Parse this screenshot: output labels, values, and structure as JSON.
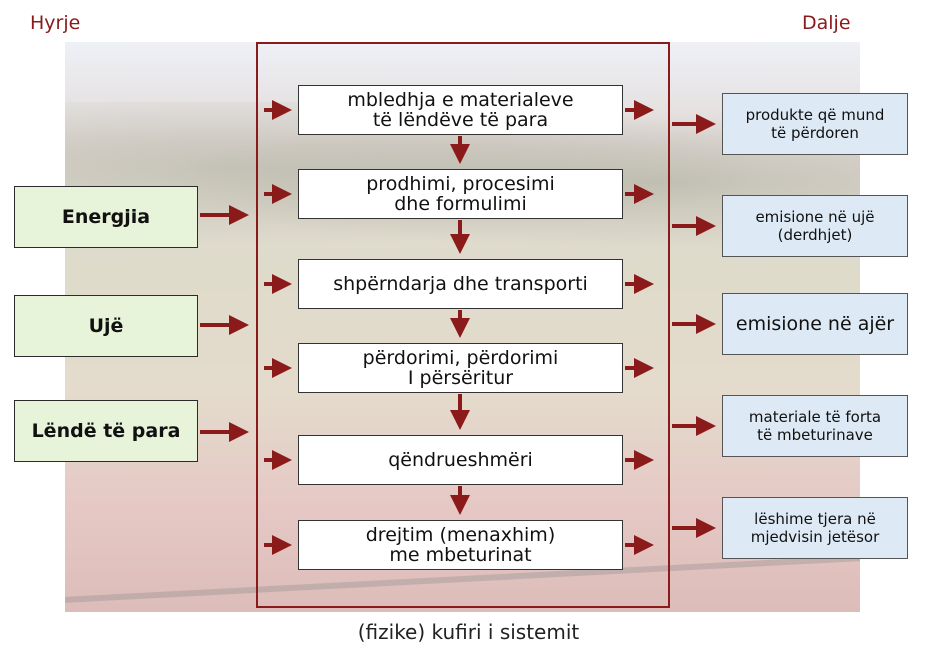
{
  "headings": {
    "inputs": "Hyrje",
    "outputs": "Dalje"
  },
  "inputs": [
    {
      "label": "Energjia"
    },
    {
      "label": "Ujë"
    },
    {
      "label": "Lëndë të para"
    }
  ],
  "processes": [
    {
      "label": "mbledhja e materialeve\ntë lëndëve të para"
    },
    {
      "label": "prodhimi, procesimi\ndhe formulimi"
    },
    {
      "label": "shpërndarja dhe transporti"
    },
    {
      "label": "përdorimi, përdorimi\nI përsëritur"
    },
    {
      "label": "qëndrueshmëri"
    },
    {
      "label": "drejtim (menaxhim)\nme mbeturinat"
    }
  ],
  "outputs": [
    {
      "label": "produkte që mund\ntë përdoren"
    },
    {
      "label": "emisione në ujë\n(derdhjet)"
    },
    {
      "label": "emisione në ajër"
    },
    {
      "label": "materiale të forta\ntë mbeturinave"
    },
    {
      "label": "lëshime tjera në\nmjedvisin jetësor"
    }
  ],
  "boundary_label": "(fizike) kufiri i sistemit",
  "colors": {
    "accent": "#8b1a1a",
    "input_fill": "#e7f4d9",
    "output_fill": "#dde9f5"
  }
}
